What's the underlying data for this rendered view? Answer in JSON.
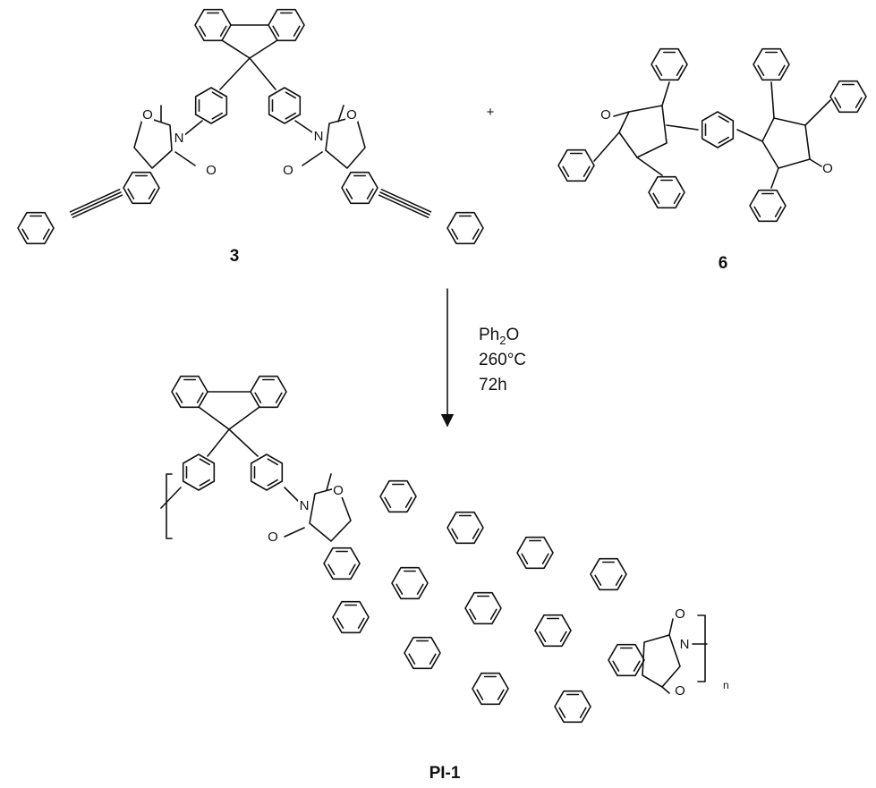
{
  "compounds": {
    "reactant_a": "3",
    "reactant_b": "6",
    "product": "PI-1"
  },
  "plus_sign": "+",
  "conditions": {
    "solvent_main": "Ph",
    "solvent_sub": "2",
    "solvent_tail": "O",
    "temperature": "260°C",
    "time": "72h"
  },
  "atoms": {
    "oxygen": "O",
    "nitrogen": "N"
  },
  "repeat_unit_subscript": "n"
}
